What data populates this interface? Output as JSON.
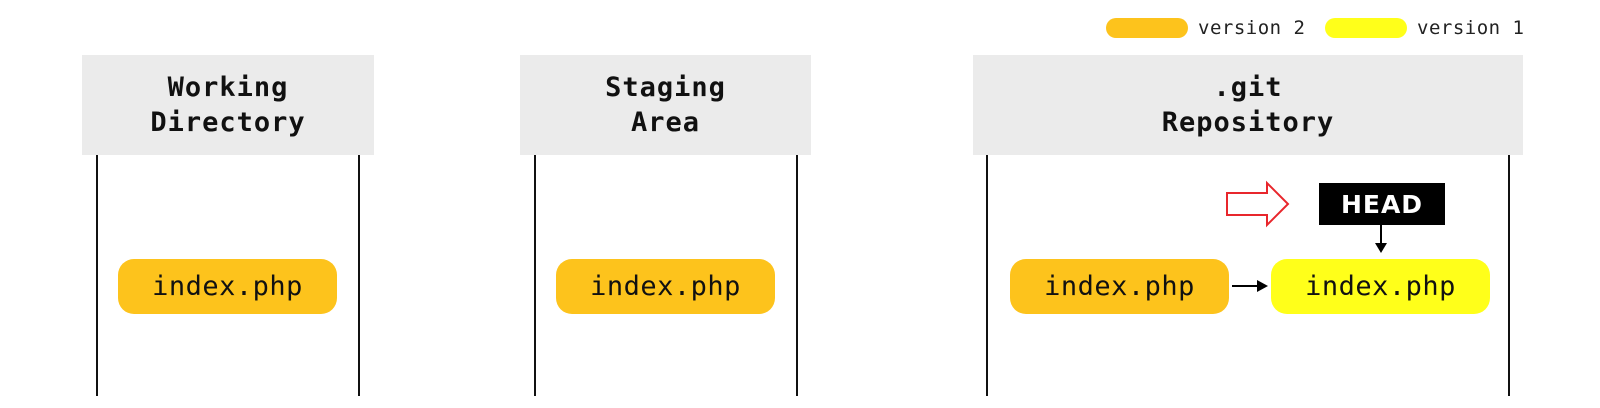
{
  "legend": [
    {
      "label": "version 2",
      "color": "#FDC31C"
    },
    {
      "label": "version 1",
      "color": "#FFFF1A"
    }
  ],
  "columns": [
    {
      "title_line1": "Working",
      "title_line2": "Directory"
    },
    {
      "title_line1": "Staging",
      "title_line2": "Area"
    },
    {
      "title_line1": ".git",
      "title_line2": "Repository"
    }
  ],
  "files": {
    "working": "index.php",
    "staging": "index.php",
    "repo_v2": "index.php",
    "repo_v1": "index.php"
  },
  "head_label": "HEAD",
  "colors": {
    "version2": "#FDC31C",
    "version1": "#FFFF1A",
    "header_bg": "#EBEBEB",
    "pointer_arrow": "#E8262C"
  }
}
